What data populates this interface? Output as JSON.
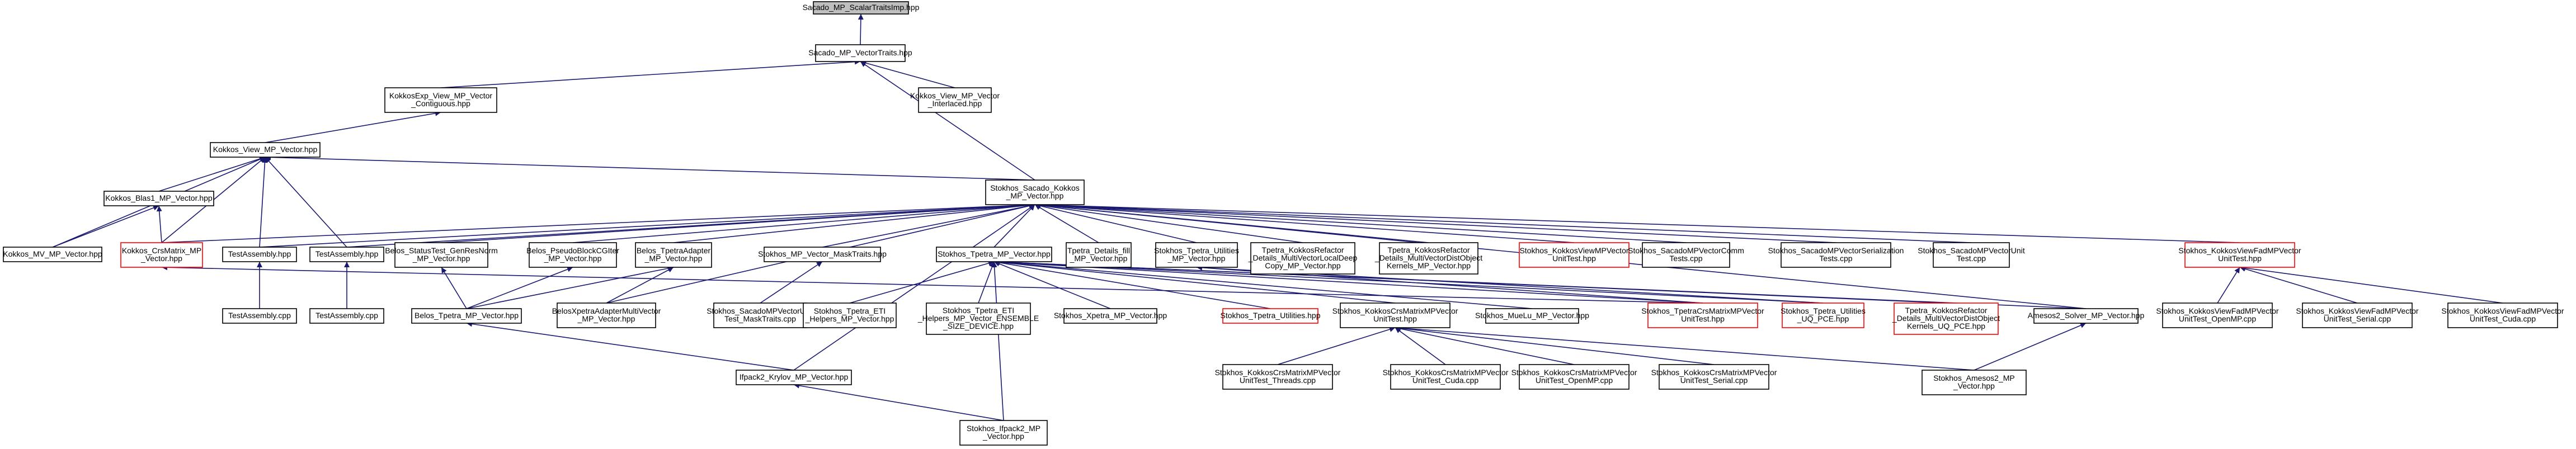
{
  "nodes": [
    {
      "id": "n0",
      "lines": [
        "Sacado_MP_ScalarTraitsImp.hpp"
      ],
      "root": true
    },
    {
      "id": "n1",
      "lines": [
        "Sacado_MP_VectorTraits.hpp"
      ]
    },
    {
      "id": "n2",
      "lines": [
        "KokkosExp_View_MP_Vector",
        "_Contiguous.hpp"
      ]
    },
    {
      "id": "n3",
      "lines": [
        "Kokkos_View_MP_Vector",
        "_Interlaced.hpp"
      ]
    },
    {
      "id": "n4",
      "lines": [
        "Kokkos_View_MP_Vector.hpp"
      ]
    },
    {
      "id": "n5",
      "lines": [
        "Stokhos_Sacado_Kokkos",
        "_MP_Vector.hpp"
      ]
    },
    {
      "id": "n6",
      "lines": [
        "Kokkos_Blas1_MP_Vector.hpp"
      ]
    },
    {
      "id": "n7",
      "lines": [
        "Kokkos_MV_MP_Vector.hpp"
      ]
    },
    {
      "id": "n8",
      "lines": [
        "Kokkos_CrsMatrix_MP",
        "_Vector.hpp"
      ],
      "red": true
    },
    {
      "id": "n9",
      "lines": [
        "TestAssembly.hpp"
      ]
    },
    {
      "id": "n10",
      "lines": [
        "TestAssembly.hpp"
      ]
    },
    {
      "id": "n11",
      "lines": [
        "Belos_StatusTest_GenResNorm",
        "_MP_Vector.hpp"
      ]
    },
    {
      "id": "n12",
      "lines": [
        "Belos_PseudoBlockCGIter",
        "_MP_Vector.hpp"
      ]
    },
    {
      "id": "n13",
      "lines": [
        "Belos_TpetraAdapter",
        "_MP_Vector.hpp"
      ]
    },
    {
      "id": "n14",
      "lines": [
        "Stokhos_MP_Vector_MaskTraits.hpp"
      ]
    },
    {
      "id": "n15",
      "lines": [
        "Stokhos_Tpetra_MP_Vector.hpp"
      ]
    },
    {
      "id": "n16",
      "lines": [
        "Tpetra_Details_fill",
        "_MP_Vector.hpp"
      ]
    },
    {
      "id": "n17",
      "lines": [
        "Stokhos_Tpetra_Utilities",
        "_MP_Vector.hpp"
      ]
    },
    {
      "id": "n18",
      "lines": [
        "Tpetra_KokkosRefactor",
        "_Details_MultiVectorLocalDeep",
        "Copy_MP_Vector.hpp"
      ]
    },
    {
      "id": "n19",
      "lines": [
        "Tpetra_KokkosRefactor",
        "_Details_MultiVectorDistObject",
        "Kernels_MP_Vector.hpp"
      ]
    },
    {
      "id": "n20",
      "lines": [
        "Stokhos_KokkosViewMPVector",
        "UnitTest.hpp"
      ],
      "red": true
    },
    {
      "id": "n21",
      "lines": [
        "Stokhos_SacadoMPVectorComm",
        "Tests.cpp"
      ]
    },
    {
      "id": "n22",
      "lines": [
        "Stokhos_SacadoMPVectorSerialization",
        "Tests.cpp"
      ]
    },
    {
      "id": "n23",
      "lines": [
        "Stokhos_SacadoMPVectorUnit",
        "Test.cpp"
      ]
    },
    {
      "id": "n24",
      "lines": [
        "Stokhos_KokkosViewFadMPVector",
        "UnitTest.hpp"
      ],
      "red": true
    },
    {
      "id": "n25",
      "lines": [
        "TestAssembly.cpp"
      ]
    },
    {
      "id": "n26",
      "lines": [
        "TestAssembly.cpp"
      ]
    },
    {
      "id": "n27",
      "lines": [
        "Belos_Tpetra_MP_Vector.hpp"
      ]
    },
    {
      "id": "n28",
      "lines": [
        "BelosXpetraAdapterMultiVector",
        "_MP_Vector.hpp"
      ]
    },
    {
      "id": "n29",
      "lines": [
        "Stokhos_SacadoMPVectorUnit",
        "Test_MaskTraits.cpp"
      ]
    },
    {
      "id": "n30",
      "lines": [
        "Stokhos_Tpetra_ETI",
        "_Helpers_MP_Vector.hpp"
      ]
    },
    {
      "id": "n31",
      "lines": [
        "Stokhos_Tpetra_ETI",
        "_Helpers_MP_Vector_ENSEMBLE",
        "_SIZE_DEVICE.hpp"
      ]
    },
    {
      "id": "n32",
      "lines": [
        "Stokhos_Xpetra_MP_Vector.hpp"
      ]
    },
    {
      "id": "n33",
      "lines": [
        "Stokhos_Tpetra_Utilities.hpp"
      ],
      "red": true
    },
    {
      "id": "n34",
      "lines": [
        "Stokhos_KokkosCrsMatrixMPVector",
        "UnitTest.hpp"
      ]
    },
    {
      "id": "n35",
      "lines": [
        "Stokhos_MueLu_MP_Vector.hpp"
      ]
    },
    {
      "id": "n36",
      "lines": [
        "Stokhos_TpetraCrsMatrixMPVector",
        "UnitTest.hpp"
      ],
      "red": true
    },
    {
      "id": "n37",
      "lines": [
        "Stokhos_Tpetra_Utilities",
        "_UQ_PCE.hpp"
      ],
      "red": true
    },
    {
      "id": "n38",
      "lines": [
        "Tpetra_KokkosRefactor",
        "_Details_MultiVectorDistObject",
        "Kernels_UQ_PCE.hpp"
      ],
      "red": true
    },
    {
      "id": "n39",
      "lines": [
        "Amesos2_Solver_MP_Vector.hpp"
      ]
    },
    {
      "id": "n40",
      "lines": [
        "Stokhos_KokkosViewFadMPVector",
        "UnitTest_OpenMP.cpp"
      ]
    },
    {
      "id": "n41",
      "lines": [
        "Stokhos_KokkosViewFadMPVector",
        "UnitTest_Serial.cpp"
      ]
    },
    {
      "id": "n42",
      "lines": [
        "Stokhos_KokkosViewFadMPVector",
        "UnitTest_Cuda.cpp"
      ]
    },
    {
      "id": "n43",
      "lines": [
        "Ifpack2_Krylov_MP_Vector.hpp"
      ]
    },
    {
      "id": "n44",
      "lines": [
        "Stokhos_KokkosCrsMatrixMPVector",
        "UnitTest_Threads.cpp"
      ]
    },
    {
      "id": "n45",
      "lines": [
        "Stokhos_KokkosCrsMatrixMPVector",
        "UnitTest_Cuda.cpp"
      ]
    },
    {
      "id": "n46",
      "lines": [
        "Stokhos_KokkosCrsMatrixMPVector",
        "UnitTest_OpenMP.cpp"
      ]
    },
    {
      "id": "n47",
      "lines": [
        "Stokhos_KokkosCrsMatrixMPVector",
        "UnitTest_Serial.cpp"
      ]
    },
    {
      "id": "n48",
      "lines": [
        "Stokhos_Amesos2_MP",
        "_Vector.hpp"
      ]
    },
    {
      "id": "n49",
      "lines": [
        "Stokhos_Ifpack2_MP",
        "_Vector.hpp"
      ]
    }
  ],
  "edges": [
    [
      "n1",
      "n0"
    ],
    [
      "n2",
      "n1"
    ],
    [
      "n3",
      "n1"
    ],
    [
      "n5",
      "n1"
    ],
    [
      "n4",
      "n2"
    ],
    [
      "n6",
      "n4"
    ],
    [
      "n7",
      "n4"
    ],
    [
      "n8",
      "n4"
    ],
    [
      "n9",
      "n4"
    ],
    [
      "n10",
      "n4"
    ],
    [
      "n5",
      "n4"
    ],
    [
      "n7",
      "n6"
    ],
    [
      "n8",
      "n6"
    ],
    [
      "n9",
      "n5"
    ],
    [
      "n10",
      "n5"
    ],
    [
      "n11",
      "n5"
    ],
    [
      "n12",
      "n5"
    ],
    [
      "n13",
      "n5"
    ],
    [
      "n14",
      "n5"
    ],
    [
      "n15",
      "n5"
    ],
    [
      "n16",
      "n5"
    ],
    [
      "n17",
      "n5"
    ],
    [
      "n18",
      "n5"
    ],
    [
      "n19",
      "n5"
    ],
    [
      "n20",
      "n5"
    ],
    [
      "n21",
      "n5"
    ],
    [
      "n22",
      "n5"
    ],
    [
      "n23",
      "n5"
    ],
    [
      "n24",
      "n5"
    ],
    [
      "n28",
      "n5"
    ],
    [
      "n39",
      "n5"
    ],
    [
      "n43",
      "n5"
    ],
    [
      "n8",
      "n5"
    ],
    [
      "n25",
      "n9"
    ],
    [
      "n26",
      "n10"
    ],
    [
      "n27",
      "n11"
    ],
    [
      "n27",
      "n12"
    ],
    [
      "n27",
      "n13"
    ],
    [
      "n28",
      "n13"
    ],
    [
      "n29",
      "n14"
    ],
    [
      "n30",
      "n15"
    ],
    [
      "n31",
      "n15"
    ],
    [
      "n32",
      "n15"
    ],
    [
      "n33",
      "n15"
    ],
    [
      "n34",
      "n15"
    ],
    [
      "n35",
      "n15"
    ],
    [
      "n36",
      "n15"
    ],
    [
      "n37",
      "n15"
    ],
    [
      "n38",
      "n15"
    ],
    [
      "n39",
      "n15"
    ],
    [
      "n49",
      "n15"
    ],
    [
      "n36",
      "n8"
    ],
    [
      "n37",
      "n17"
    ],
    [
      "n36",
      "n17"
    ],
    [
      "n40",
      "n24"
    ],
    [
      "n41",
      "n24"
    ],
    [
      "n42",
      "n24"
    ],
    [
      "n43",
      "n27"
    ],
    [
      "n44",
      "n34"
    ],
    [
      "n45",
      "n34"
    ],
    [
      "n46",
      "n34"
    ],
    [
      "n47",
      "n34"
    ],
    [
      "n48",
      "n39"
    ],
    [
      "n48",
      "n34"
    ],
    [
      "n49",
      "n43"
    ]
  ]
}
